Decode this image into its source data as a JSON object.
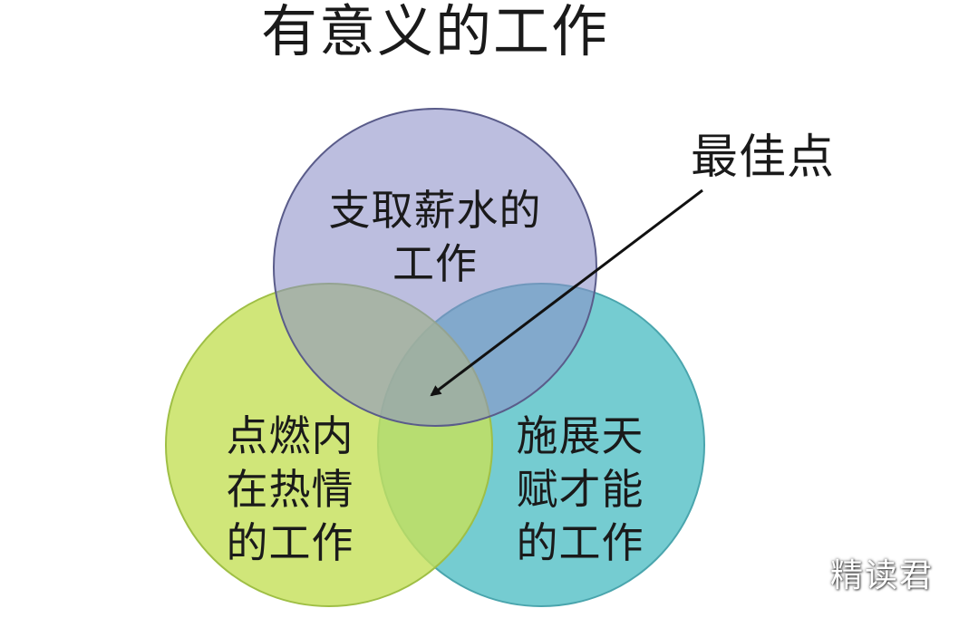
{
  "title": "有意义的工作",
  "circles": {
    "top": {
      "line1": "支取薪水的",
      "line2": "工作",
      "color": "#8c8fc8"
    },
    "left": {
      "line1": "点燃内",
      "line2": "在热情",
      "line3": "的工作",
      "color": "#c6e15c"
    },
    "right": {
      "line1": "施展天",
      "line2": "赋才能",
      "line3": "的工作",
      "color": "#6ec9cf"
    }
  },
  "pointer": {
    "label": "最佳点"
  },
  "watermark": "精读君",
  "colors": {
    "stroke": "#6a6a8a",
    "arrow": "#111111",
    "text": "#1a1a1a"
  }
}
